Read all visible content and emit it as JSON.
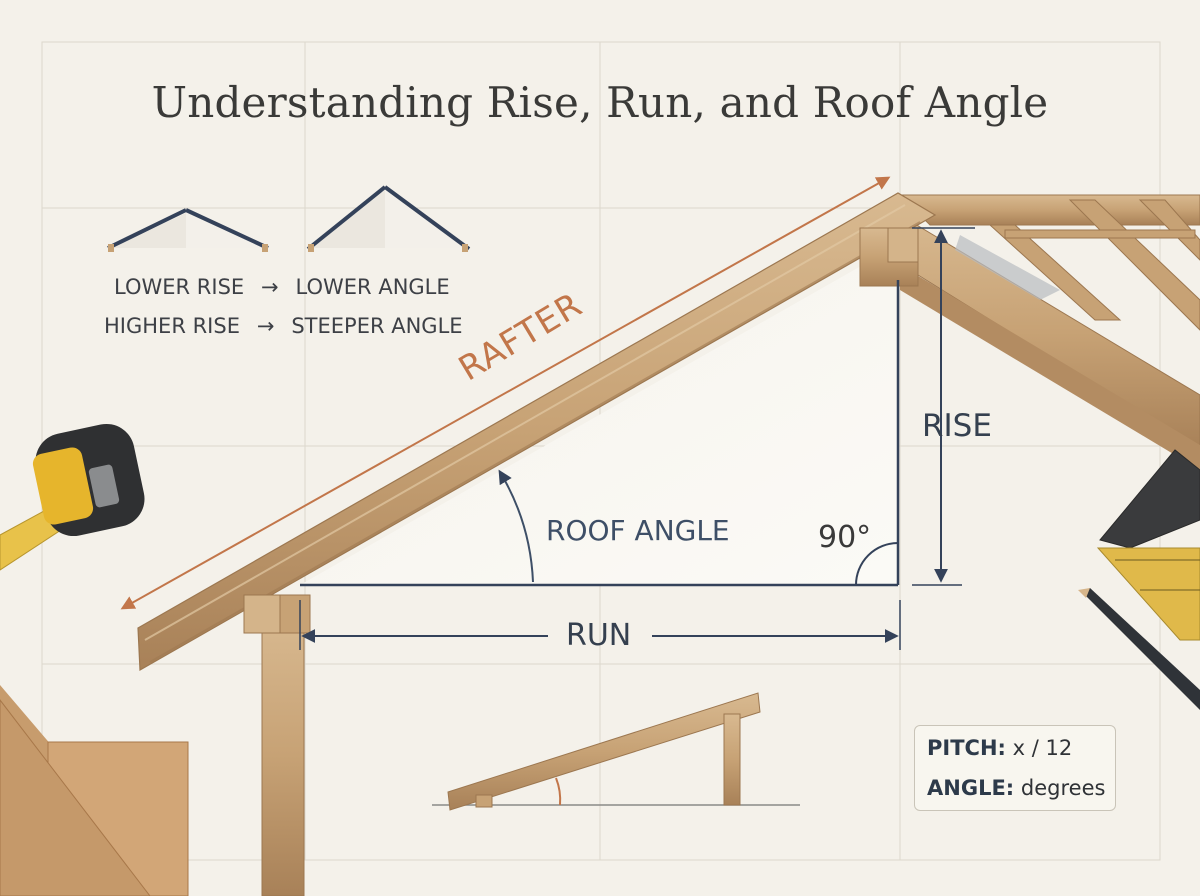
{
  "title": "Understanding Rise, Run, and Roof Angle",
  "labels": {
    "rafter": "RAFTER",
    "rise": "RISE",
    "run": "RUN",
    "roof_angle": "ROOF ANGLE",
    "right_angle": "90°"
  },
  "legend": {
    "row1_left": "LOWER RISE",
    "row1_right": "LOWER ANGLE",
    "row2_left": "HIGHER RISE",
    "row2_right": "STEEPER ANGLE",
    "arrow": "→"
  },
  "info": {
    "pitch_key": "PITCH:",
    "pitch_value": "x / 12",
    "angle_key": "ANGLE:",
    "angle_value": "degrees"
  },
  "colors": {
    "background": "#f4f1ea",
    "navy": "#34425a",
    "copper": "#c2764a",
    "wood": "#c9a57c",
    "wood_dark": "#a47f57"
  },
  "icons": [
    "tape-measure-icon",
    "carpenter-square-icon",
    "pencil-icon",
    "plywood-icon"
  ]
}
